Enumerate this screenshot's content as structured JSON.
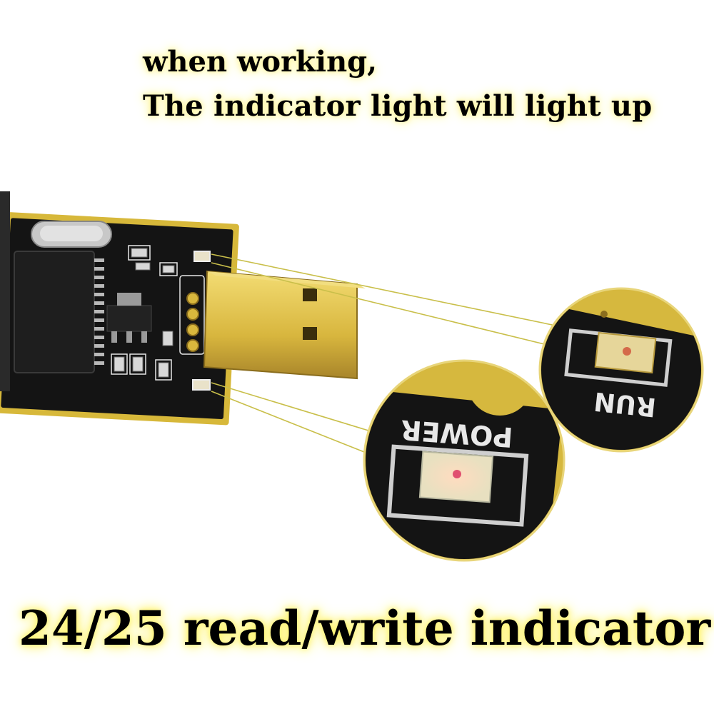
{
  "captions": {
    "top_line1": "when working,",
    "top_line2": "The indicator light will light up",
    "bottom": "24/25 read/write indicator"
  },
  "board_labels": {
    "run": "RUN",
    "power": "POWER"
  },
  "colors": {
    "pcb": "#141414",
    "gold": "#d7b83a",
    "gold_light": "#f2d96a",
    "glow": "#fff46a",
    "callout_line": "#c9bf4a"
  }
}
